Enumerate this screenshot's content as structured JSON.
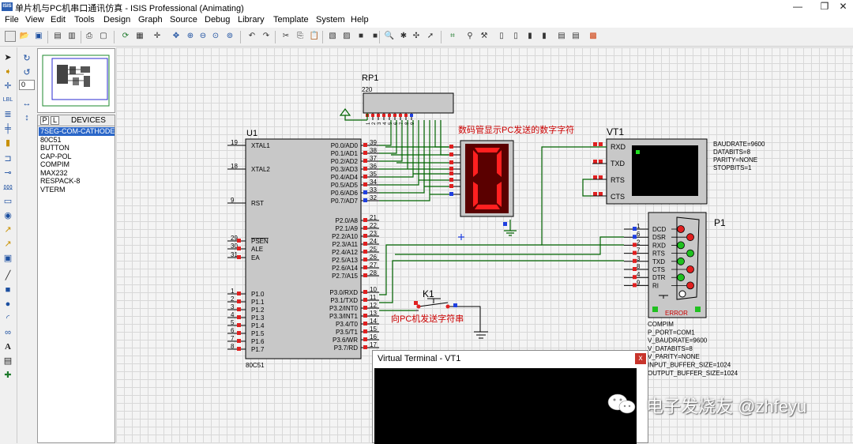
{
  "window": {
    "title": "单片机与PC机串口通讯仿真 - ISIS Professional (Animating)",
    "icon": "ISIS"
  },
  "menu": [
    "File",
    "View",
    "Edit",
    "Tools",
    "Design",
    "Graph",
    "Source",
    "Debug",
    "Library",
    "Template",
    "System",
    "Help"
  ],
  "rotation_value": "0",
  "device_panel": {
    "tab_p": "P",
    "tab_l": "L",
    "header": "DEVICES",
    "items": [
      "7SEG-COM-CATHODE",
      "80C51",
      "BUTTON",
      "CAP-POL",
      "COMPIM",
      "MAX232",
      "RESPACK-8",
      "VTERM"
    ],
    "selected_index": 0
  },
  "schematic": {
    "rp1": {
      "ref": "RP1",
      "value": "220",
      "pins": [
        "1",
        "2",
        "3",
        "4",
        "5",
        "6",
        "7",
        "8",
        "9"
      ]
    },
    "u1": {
      "ref": "U1",
      "part": "80C51",
      "left_pins": [
        {
          "num": "19",
          "name": "XTAL1"
        },
        {
          "num": "18",
          "name": "XTAL2"
        },
        {
          "num": "9",
          "name": "RST"
        },
        {
          "num": "29",
          "name": "PSEN"
        },
        {
          "num": "30",
          "name": "ALE"
        },
        {
          "num": "31",
          "name": "EA"
        },
        {
          "num": "1",
          "name": "P1.0"
        },
        {
          "num": "2",
          "name": "P1.1"
        },
        {
          "num": "3",
          "name": "P1.2"
        },
        {
          "num": "4",
          "name": "P1.3"
        },
        {
          "num": "5",
          "name": "P1.4"
        },
        {
          "num": "6",
          "name": "P1.5"
        },
        {
          "num": "7",
          "name": "P1.6"
        },
        {
          "num": "8",
          "name": "P1.7"
        }
      ],
      "right_pins": [
        {
          "num": "39",
          "name": "P0.0/AD0"
        },
        {
          "num": "38",
          "name": "P0.1/AD1"
        },
        {
          "num": "37",
          "name": "P0.2/AD2"
        },
        {
          "num": "36",
          "name": "P0.3/AD3"
        },
        {
          "num": "35",
          "name": "P0.4/AD4"
        },
        {
          "num": "34",
          "name": "P0.5/AD5"
        },
        {
          "num": "33",
          "name": "P0.6/AD6"
        },
        {
          "num": "32",
          "name": "P0.7/AD7"
        },
        {
          "num": "21",
          "name": "P2.0/A8"
        },
        {
          "num": "22",
          "name": "P2.1/A9"
        },
        {
          "num": "23",
          "name": "P2.2/A10"
        },
        {
          "num": "24",
          "name": "P2.3/A11"
        },
        {
          "num": "25",
          "name": "P2.4/A12"
        },
        {
          "num": "26",
          "name": "P2.5/A13"
        },
        {
          "num": "27",
          "name": "P2.6/A14"
        },
        {
          "num": "28",
          "name": "P2.7/A15"
        },
        {
          "num": "10",
          "name": "P3.0/RXD"
        },
        {
          "num": "11",
          "name": "P3.1/TXD"
        },
        {
          "num": "12",
          "name": "P3.2/INT0"
        },
        {
          "num": "13",
          "name": "P3.3/INT1"
        },
        {
          "num": "14",
          "name": "P3.4/T0"
        },
        {
          "num": "15",
          "name": "P3.5/T1"
        },
        {
          "num": "16",
          "name": "P3.6/WR"
        },
        {
          "num": "17",
          "name": "P3.7/RD"
        }
      ]
    },
    "display_caption": "数码管显示PC发送的数字字符",
    "display_digit": "0",
    "vt1": {
      "ref": "VT1",
      "pins": [
        "RXD",
        "TXD",
        "RTS",
        "CTS"
      ],
      "props": [
        "BAUDRATE=9600",
        "DATABITS=8",
        "PARITY=NONE",
        "STOPBITS=1"
      ]
    },
    "p1": {
      "ref": "P1",
      "pins": [
        {
          "num": "1",
          "name": "DCD"
        },
        {
          "num": "6",
          "name": "DSR"
        },
        {
          "num": "2",
          "name": "RXD"
        },
        {
          "num": "7",
          "name": "RTS"
        },
        {
          "num": "3",
          "name": "TXD"
        },
        {
          "num": "8",
          "name": "CTS"
        },
        {
          "num": "4",
          "name": "DTR"
        },
        {
          "num": "9",
          "name": "RI"
        }
      ],
      "error_label": "ERROR",
      "props": [
        "COMPIM",
        "P_PORT=COM1",
        "V_BAUDRATE=9600",
        "V_DATABITS=8",
        "V_PARITY=NONE",
        "INPUT_BUFFER_SIZE=1024",
        "OUTPUT_BUFFER_SIZE=1024"
      ]
    },
    "k1": {
      "ref": "K1",
      "caption": "向PC机发送字符串"
    }
  },
  "virtual_terminal": {
    "title": "Virtual Terminal - VT1",
    "close": "x"
  },
  "watermark": "电子发烧友 @zhfeyu",
  "colors": {
    "wire": "#006400",
    "red": "#cc0000",
    "pin_red": "#e02020",
    "pin_blue": "#2040e0",
    "component": "#c8c8c8"
  }
}
